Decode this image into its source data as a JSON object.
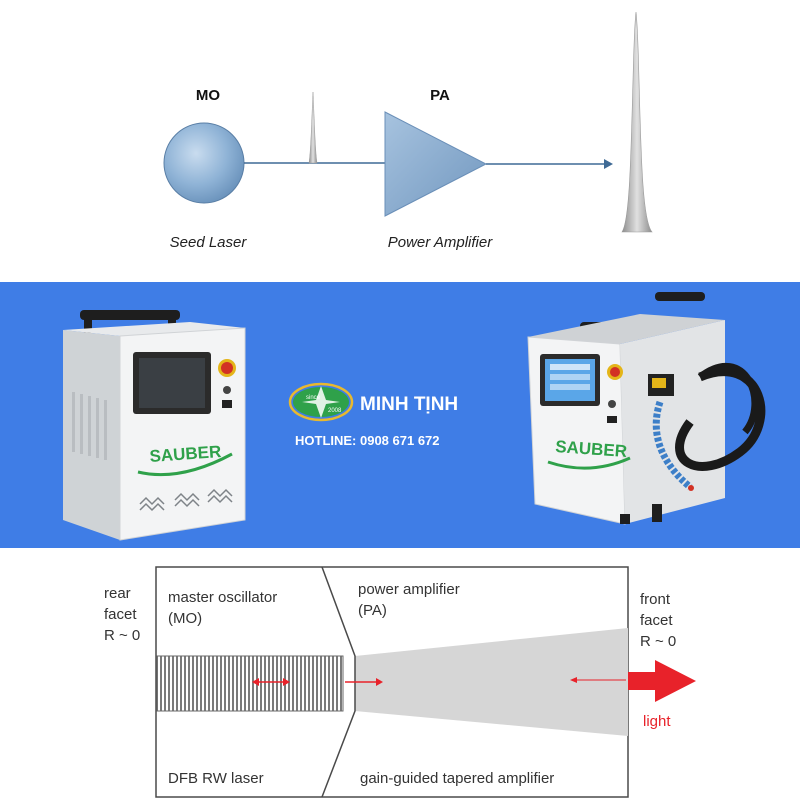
{
  "top": {
    "mo_label": "MO",
    "pa_label": "PA",
    "seed_caption": "Seed Laser",
    "amp_caption": "Power Amplifier"
  },
  "banner": {
    "brand_name": "MINH TỊNH",
    "hotline": "HOTLINE: 0908 671 672",
    "logo_since": "since",
    "logo_year": "2008",
    "machine_brand": "SAUBER",
    "colors": {
      "background": "#3f7de6",
      "logo_green": "#2fa14a",
      "logo_gold": "#e8b92e"
    }
  },
  "schematic": {
    "rear_facet": [
      "rear",
      "facet",
      "R ~ 0"
    ],
    "front_facet": [
      "front",
      "facet",
      "R ~ 0"
    ],
    "mo_label": [
      "master oscillator",
      "(MO)"
    ],
    "pa_label": [
      "power amplifier",
      "(PA)"
    ],
    "dfb_label": "DFB RW laser",
    "tapered_label": "gain-guided tapered amplifier",
    "light_label": "light",
    "colors": {
      "arrow": "#e8222a",
      "taper_fill": "#d6d6d6"
    }
  }
}
